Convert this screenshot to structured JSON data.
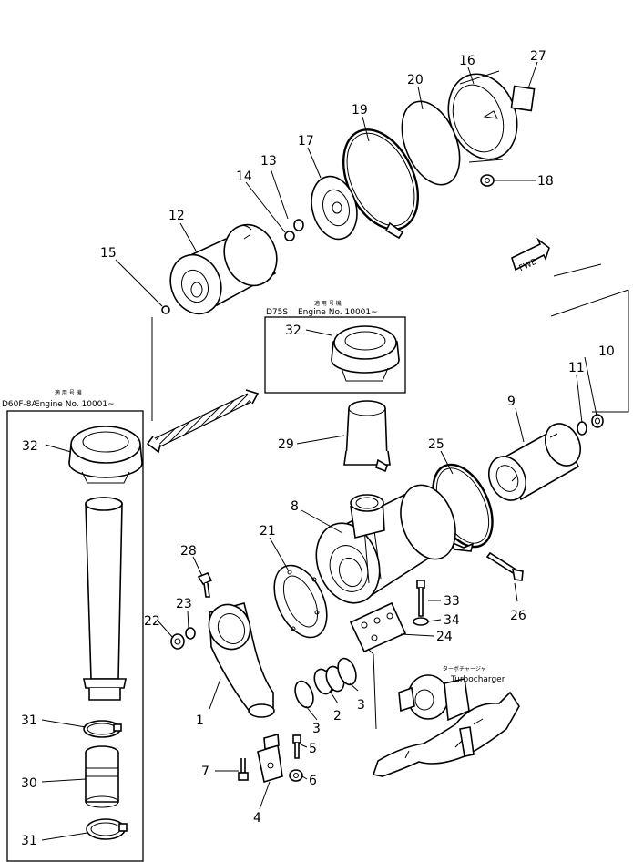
{
  "diagram": {
    "part_numbers": {
      "p1": "1",
      "p2": "2",
      "p3a": "3",
      "p3b": "3",
      "p4": "4",
      "p5": "5",
      "p6": "6",
      "p7": "7",
      "p8": "8",
      "p9": "9",
      "p10": "10",
      "p11": "11",
      "p12": "12",
      "p13": "13",
      "p14": "14",
      "p15": "15",
      "p16": "16",
      "p17": "17",
      "p18": "18",
      "p19": "19",
      "p20": "20",
      "p21": "21",
      "p22": "22",
      "p23": "23",
      "p24": "24",
      "p25": "25",
      "p26": "26",
      "p27": "27",
      "p28": "28",
      "p29": "29",
      "p30": "30",
      "p31a": "31",
      "p31b": "31",
      "p32a": "32",
      "p32b": "32",
      "p33": "33",
      "p34": "34"
    },
    "left_box": {
      "jp_label": "適 用 号 機",
      "model": "D60F-8A",
      "engine": "Engine No. 10001~"
    },
    "mid_box": {
      "jp_label": "適 用 号 機",
      "model": "D75S",
      "engine": "Engine No. 10001~"
    },
    "turbo": {
      "jp_label": "ターボチャージャ",
      "en_label": "Turbocharger"
    },
    "fwd_label": "FWD"
  }
}
